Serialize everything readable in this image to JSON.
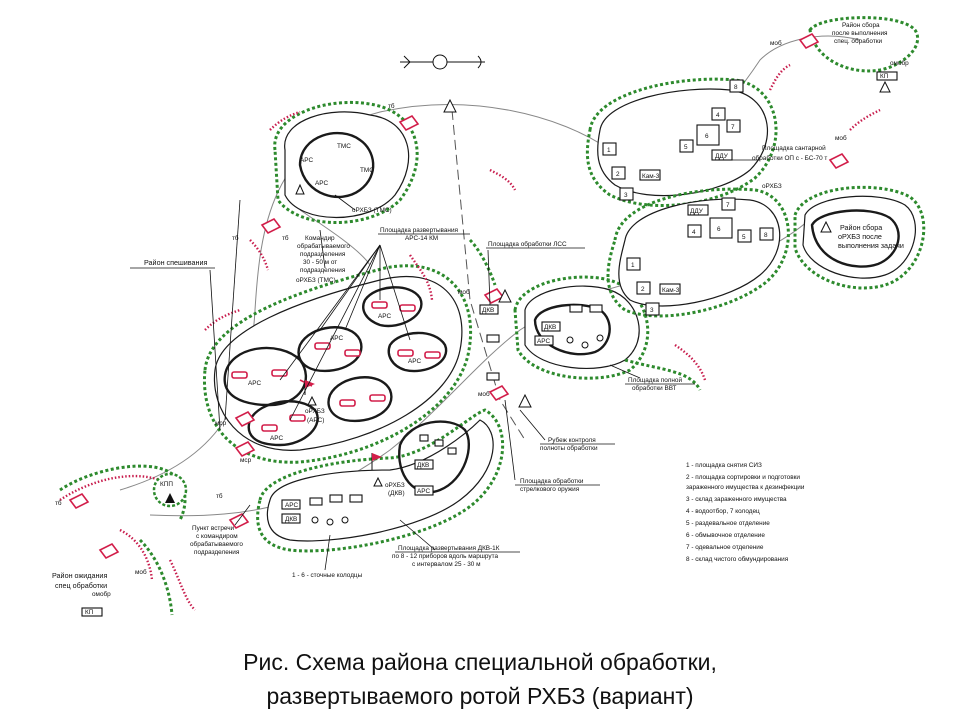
{
  "caption": {
    "line1": "Рис. Схема района специальной обработки,",
    "line2": "развертываемого ротой РХБЗ (вариант)"
  },
  "labels": {
    "assembly_top": [
      "Район сбора",
      "после выполнения",
      "спец. обработки"
    ],
    "assembly_right": [
      "Район сбора",
      "оРХБЗ после",
      "выполнения задачи"
    ],
    "area_staging": "Район спешивания",
    "area_waiting": [
      "Район ожидания",
      "спец обработки"
    ],
    "commander": [
      "Командир",
      "обрабатываемого",
      "подразделения",
      "30 - 50 м от",
      "подразделения"
    ],
    "ars_platform": [
      "Площадка развертывания",
      "АРС-14 КМ"
    ],
    "small_arms": "Площадка обработки ЛСС",
    "control_line": [
      "Рубеж контроля",
      "полноты обработки"
    ],
    "small_arms_bottom": [
      "Площадка обработки",
      "стрелкового оружия"
    ],
    "tech_platform": [
      "Площадка полной",
      "обработки ВВТ"
    ],
    "meeting_point": [
      "Пункт встречи",
      "с командиром",
      "обрабатываемого",
      "подразделения"
    ],
    "dkv_platform": [
      "Площадка развертывания ДКВ-1К",
      "по 8 - 12 приборов вдоль маршрута",
      "с интервалом 25 - 30 м"
    ],
    "wells": "1 - 6 - сточные колодцы",
    "sorting_platform": [
      "Площадка сантарной",
      "обработки ОП с - БС-70 т"
    ],
    "rhbz_tms1": "оРХБЗ (ТМС)",
    "rhbz_tms2": "оРХБЗ (ТМС)",
    "rhbz_ars": [
      "оРХБЗ",
      "(АРС)"
    ],
    "rhbz_dkv": [
      "оРХБЗ",
      "(ДКВ)"
    ],
    "rhbz_right": "оРХБЗ",
    "kp": "КП",
    "omobr": "омобр",
    "tb": "тб",
    "mob": "моб",
    "msr": "мср",
    "kpp": "КПП",
    "ars": "АРС",
    "tms": "ТМС",
    "dkv": "ДКВ",
    "ddu": "ДДУ",
    "kamz": "Кам-3"
  },
  "legend": [
    "1 - площадка снятия СИЗ",
    "2 - площадка сортировки и подготовки",
    "    зараженного имущества к дезинфекции",
    "3 - склад зараженного имущества",
    "4 - водоотбор, 7 колодец",
    "5 - раздевальное отделение",
    "6 - обмывочное отделение",
    "7 - одевальное отделение",
    "8 - склад чистого обмундирования"
  ]
}
